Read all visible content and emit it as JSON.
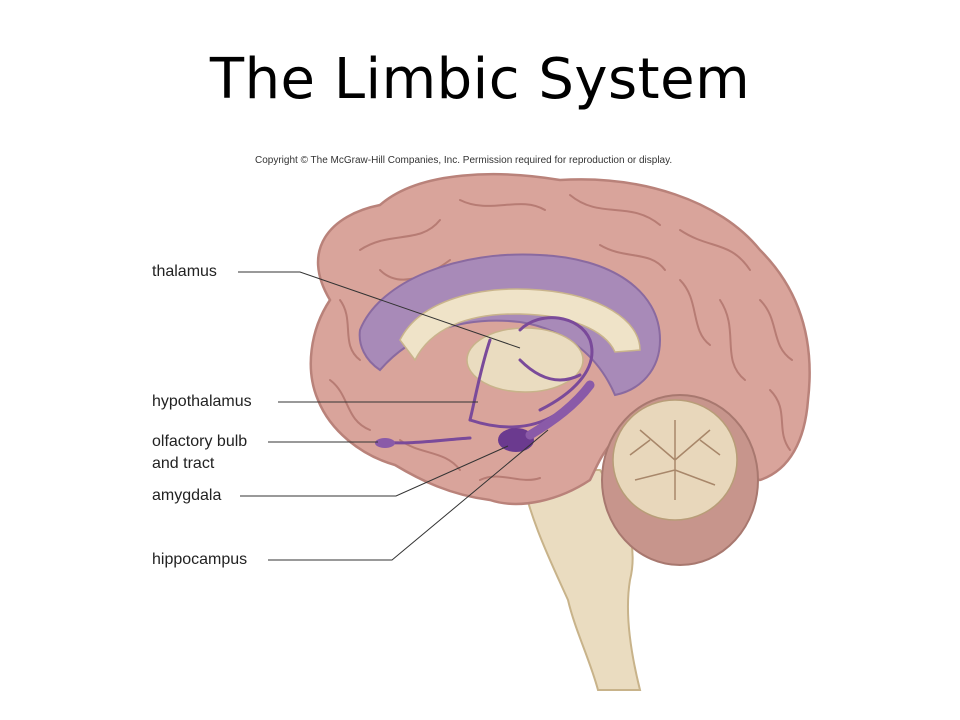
{
  "slide": {
    "title": "The Limbic System",
    "copyright": "Copyright © The McGraw-Hill Companies, Inc. Permission required for reproduction or display."
  },
  "labels": {
    "thalamus": "thalamus",
    "hypothalamus": "hypothalamus",
    "olfactory_line1": "olfactory bulb",
    "olfactory_line2": "and tract",
    "amygdala": "amygdala",
    "hippocampus": "hippocampus"
  },
  "colors": {
    "cortex": "#d9a49b",
    "cortex_dark": "#b9827a",
    "limbic": "#7a4a9a",
    "limbic_light": "#a88ab8",
    "brainstem": "#eadcc0",
    "cerebellum": "#c7958c"
  }
}
